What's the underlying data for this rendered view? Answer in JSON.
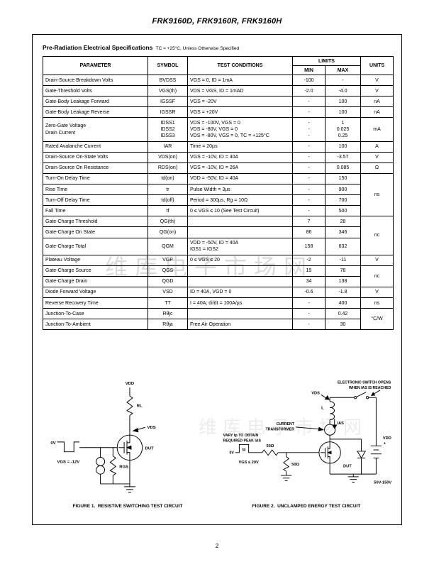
{
  "page": {
    "title": "FRK9160D, FRK9160R, FRK9160H",
    "page_number": "2",
    "watermark": "维库电子市场网"
  },
  "specs": {
    "heading": "Pre-Radiation Electrical Specifications",
    "heading_note": "TC = +25°C, Unless Otherwise Specified",
    "table": {
      "headers": {
        "parameter": "PARAMETER",
        "symbol": "SYMBOL",
        "test_conditions": "TEST CONDITIONS",
        "limits": "LIMITS",
        "min": "MIN",
        "max": "MAX",
        "units": "UNITS"
      },
      "units_groups": {
        "switching": "ns",
        "charge1": "nc",
        "charge2": "nc",
        "thermal": "°C/W"
      },
      "rows": [
        {
          "parameter": "Drain-Source Breakdown Volts",
          "symbol": "BVDSS",
          "conditions": "VGS = 0, ID = 1mA",
          "min": "-100",
          "max": "-",
          "units": "V"
        },
        {
          "parameter": "Gate-Threshold Volts",
          "symbol": "VGS(th)",
          "conditions": "VDS = VGS, ID = 1mAD",
          "min": "-2.0",
          "max": "-4.0",
          "units": "V"
        },
        {
          "parameter": "Gate-Body Leakage Forward",
          "symbol": "IGSSF",
          "conditions": "VGS = -20V",
          "min": "-",
          "max": "100",
          "units": "nA"
        },
        {
          "parameter": "Gate-Body Leakage Reverse",
          "symbol": "IGSSR",
          "conditions": "VGS = +20V",
          "min": "-",
          "max": "100",
          "units": "nA"
        },
        {
          "parameter": "Zero-Gate Voltage\nDrain Current",
          "symbol": "IDSS1\nIDSS2\nIDSS3",
          "conditions": "VDS = -100V, VGS = 0\nVDS = -80V, VGS = 0\nVDS = -80V, VGS = 0, TC = +125°C",
          "min": "-\n-\n-",
          "max": "1\n0.025\n0.25",
          "units": "mA"
        },
        {
          "parameter": "Rated Avalanche Current",
          "symbol": "IAR",
          "conditions": "Time = 20µs",
          "min": "-",
          "max": "100",
          "units": "A"
        },
        {
          "parameter": "Drain-Source On-State Volts",
          "symbol": "VDS(on)",
          "conditions": "VGS = -10V, ID = 40A",
          "min": "-",
          "max": "-3.57",
          "units": "V"
        },
        {
          "parameter": "Drain-Source On Resistance",
          "symbol": "RDS(on)",
          "conditions": "VGS = -10V, ID = 26A",
          "min": "-",
          "max": "0.085",
          "units": "Ω"
        },
        {
          "parameter": "Turn-On Delay Time",
          "symbol": "td(on)",
          "conditions": "VDD = -50V, ID = 40A",
          "min": "-",
          "max": "150"
        },
        {
          "parameter": "Rise Time",
          "symbol": "tr",
          "conditions": "Pulse Width = 3µs",
          "min": "-",
          "max": "900"
        },
        {
          "parameter": "Turn-Off Delay Time",
          "symbol": "td(off)",
          "conditions": "Period = 300µs, Rg = 10Ω",
          "min": "-",
          "max": "700"
        },
        {
          "parameter": "Fall Time",
          "symbol": "tf",
          "conditions": "0 ≤ VGS ≤ 10 (See Test Circuit)",
          "min": "-",
          "max": "500"
        },
        {
          "parameter": "Gate-Charge Threshold",
          "symbol": "QG(th)",
          "conditions": "",
          "min": "7",
          "max": "28"
        },
        {
          "parameter": "Gate-Charge On State",
          "symbol": "QG(on)",
          "conditions": "",
          "min": "86",
          "max": "346"
        },
        {
          "parameter": "Gate-Charge Total",
          "symbol": "QGM",
          "conditions": "VDD = -50V, ID = 40A\nIGS1 = IGS2",
          "min": "158",
          "max": "632"
        },
        {
          "parameter": "Plateau Voltage",
          "symbol": "VGP",
          "conditions": "0 ≤ VGS ≤ 20",
          "min": "-2",
          "max": "-11",
          "units": "V"
        },
        {
          "parameter": "Gate-Charge Source",
          "symbol": "QGS",
          "conditions": "",
          "min": "19",
          "max": "78"
        },
        {
          "parameter": "Gate-Charge Drain",
          "symbol": "QGD",
          "conditions": "",
          "min": "34",
          "max": "138"
        },
        {
          "parameter": "Diode Forward Voltage",
          "symbol": "VSD",
          "conditions": "ID = 40A, VGD = 0",
          "min": "-0.6",
          "max": "-1.8",
          "units": "V"
        },
        {
          "parameter": "Reverse Recovery Time",
          "symbol": "TT",
          "conditions": "I = 40A; di/dt = 100A/µs",
          "min": "-",
          "max": "400",
          "units": "ns"
        },
        {
          "parameter": "Junction-To-Case",
          "symbol": "Rθjc",
          "conditions": "",
          "min": "-",
          "max": "0.42"
        },
        {
          "parameter": "Junction-To-Ambient",
          "symbol": "Rθja",
          "conditions": "Free Air Operation",
          "min": "-",
          "max": "30"
        }
      ]
    }
  },
  "figures": {
    "fig1": {
      "caption": "FIGURE 1.  RESISTIVE SWITCHING TEST CIRCUIT",
      "labels": {
        "vdd": "VDD",
        "rl": "RL",
        "vds": "VDS",
        "dut": "DUT",
        "zero_v": "0V",
        "vgs": "VGS = -12V",
        "rgs": "RGS"
      }
    },
    "fig2": {
      "caption": "FIGURE 2.  UNCLAMPED ENERGY TEST CIRCUIT",
      "labels": {
        "switch_note1": "ELECTRONIC SWITCH OPENS",
        "switch_note2": "WHEN IAS IS REACHED",
        "vds": "VDS",
        "l": "L",
        "ct1": "CURRENT",
        "ct2": "TRANSFORMER",
        "ias": "IAS",
        "vary1": "VARY tp TO OBTAIN",
        "vary2": "REQUIRED PEAK IAS",
        "zero_v": "0V",
        "tp": "tp",
        "vgs": "VGS ≤ 20V",
        "r_series": "50Ω",
        "r_shunt": "50Ω",
        "dut": "DUT",
        "plus": "+",
        "vdd": "VDD",
        "vdd_range": "50V-150V"
      }
    }
  }
}
